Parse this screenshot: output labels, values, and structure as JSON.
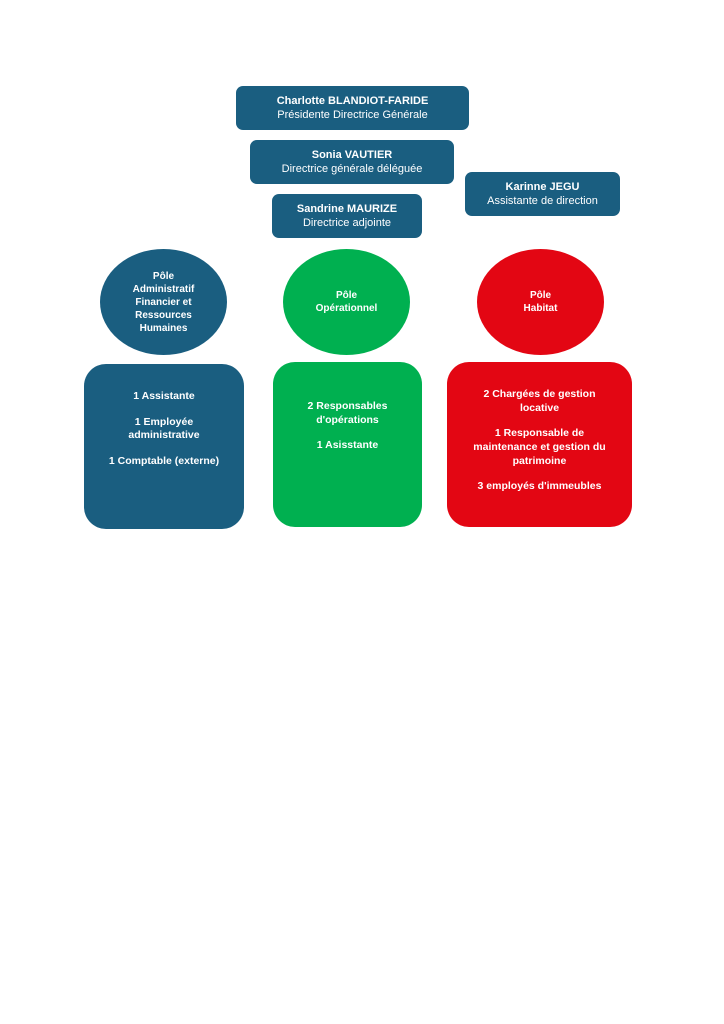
{
  "colors": {
    "direction": "#1a5e80",
    "pole_admin": "#1a5e80",
    "pole_operationnel": "#00b050",
    "pole_habitat": "#e30613"
  },
  "direction": {
    "president": {
      "name": "Charlotte BLANDIOT-FARIDE",
      "role": "Présidente Directrice Générale"
    },
    "dg_deleguee": {
      "name": "Sonia VAUTIER",
      "role": "Directrice générale déléguée"
    },
    "adjointe": {
      "name": "Sandrine MAURIZE",
      "role": "Directrice adjointe"
    },
    "assistante": {
      "name": "Karinne JEGU",
      "role": "Assistante de direction"
    }
  },
  "poles": [
    {
      "title": "Pôle\nAdministratif\nFinancier et\nRessources\nHumaines",
      "items": [
        "1 Assistante",
        "1 Employée\nadministrative",
        "1 Comptable (externe)"
      ]
    },
    {
      "title": "Pôle\nOpérationnel",
      "items": [
        "2 Responsables\nd'opérations",
        "1 Asisstante"
      ]
    },
    {
      "title": "Pôle\nHabitat",
      "items": [
        "2 Chargées de gestion\nlocative",
        "1 Responsable de\nmaintenance et gestion du\npatrimoine",
        "3 employés d'immeubles"
      ]
    }
  ]
}
